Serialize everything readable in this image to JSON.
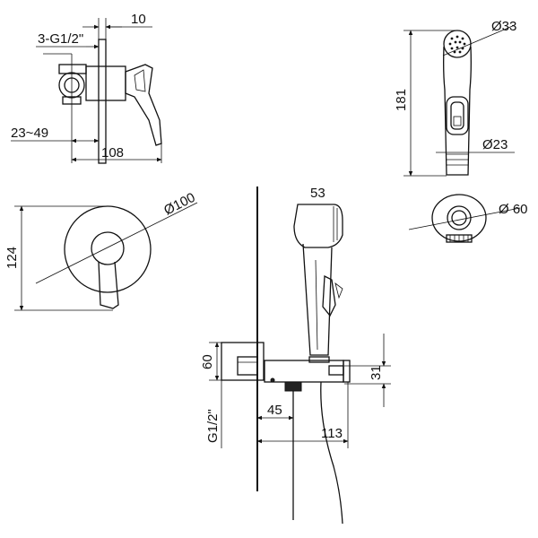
{
  "dimensions": {
    "thread_top": "3-G1/2\"",
    "plate_gap": "10",
    "wall_range": "23~49",
    "depth_108": "108",
    "head_dia": "Ø33",
    "shower_length": "181",
    "handle_dia": "Ø23",
    "holder_dia": "Ø 60",
    "plate_dia": "Ø100",
    "plate_height": "124",
    "head_width": "53",
    "bracket_height": "60",
    "outlet_height": "31",
    "outlet_offset": "45",
    "overall_depth": "113",
    "thread_side": "G1/2\""
  }
}
